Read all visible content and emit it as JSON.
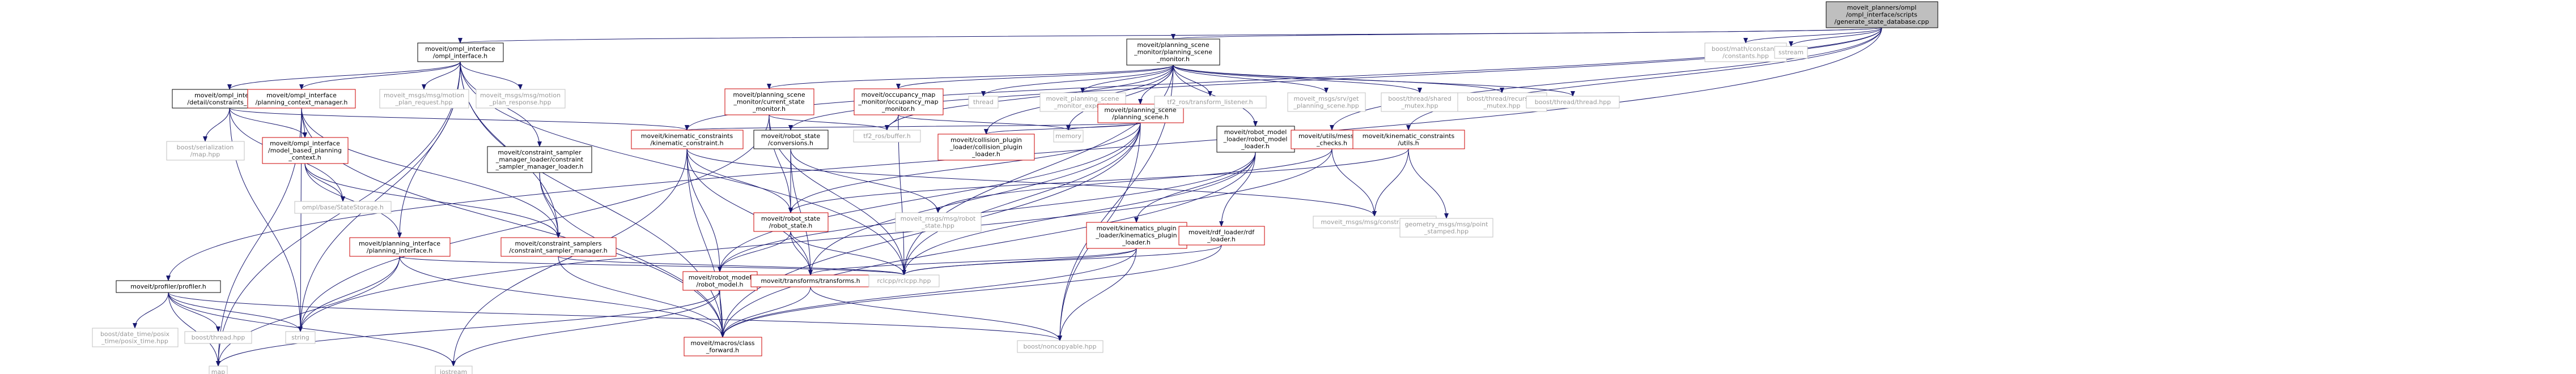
{
  "graph": {
    "colors": {
      "edge": "#191970",
      "text_default": "#000000",
      "text_missing": "#999999",
      "border_default": "#000000",
      "border_red": "#cc0000",
      "border_missing": "#c0c0c0",
      "root_fill": "#bfbfbf",
      "fill": "#ffffff"
    },
    "nodes": [
      {
        "id": "root",
        "lines": [
          "moveit_planners/ompl",
          "/ompl_interface/scripts",
          "/generate_state_database.cpp"
        ],
        "style": "root"
      },
      {
        "id": "ompl_if",
        "lines": [
          "moveit/ompl_interface",
          "/ompl_interface.h"
        ],
        "style": "black"
      },
      {
        "id": "psm",
        "lines": [
          "moveit/planning_scene",
          "_monitor/planning_scene",
          "_monitor.h"
        ],
        "style": "black"
      },
      {
        "id": "profiler",
        "lines": [
          "moveit/profiler/profiler.h"
        ],
        "style": "black"
      },
      {
        "id": "constraints_lib",
        "lines": [
          "moveit/ompl_interface",
          "/detail/constraints_library.h"
        ],
        "style": "black"
      },
      {
        "id": "pcm",
        "lines": [
          "moveit/ompl_interface",
          "/planning_context_manager.h"
        ],
        "style": "red"
      },
      {
        "id": "motion_req",
        "lines": [
          "moveit_msgs/msg/motion",
          "_plan_request.hpp"
        ],
        "style": "missing"
      },
      {
        "id": "motion_resp",
        "lines": [
          "moveit_msgs/msg/motion",
          "_plan_response.hpp"
        ],
        "style": "missing"
      },
      {
        "id": "csm_loader",
        "lines": [
          "moveit/constraint_sampler",
          "_manager_loader/constraint",
          "_sampler_manager_loader.h"
        ],
        "style": "black"
      },
      {
        "id": "boost_ser",
        "lines": [
          "boost/serialization",
          "/map.hpp"
        ],
        "style": "missing"
      },
      {
        "id": "mbpc",
        "lines": [
          "moveit/ompl_interface",
          "/model_based_planning",
          "_context.h"
        ],
        "style": "red"
      },
      {
        "id": "state_storage",
        "lines": [
          "ompl/base/StateStorage.h"
        ],
        "style": "missing"
      },
      {
        "id": "planning_if",
        "lines": [
          "moveit/planning_interface",
          "/planning_interface.h"
        ],
        "style": "red"
      },
      {
        "id": "csm",
        "lines": [
          "moveit/constraint_samplers",
          "/constraint_sampler_manager.h"
        ],
        "style": "red"
      },
      {
        "id": "posix_time",
        "lines": [
          "boost/date_time/posix",
          "_time/posix_time.hpp"
        ],
        "style": "missing"
      },
      {
        "id": "boost_thread",
        "lines": [
          "boost/thread.hpp"
        ],
        "style": "missing"
      },
      {
        "id": "string",
        "lines": [
          "string"
        ],
        "style": "missing"
      },
      {
        "id": "map",
        "lines": [
          "map"
        ],
        "style": "missing"
      },
      {
        "id": "iostream",
        "lines": [
          "iostream"
        ],
        "style": "missing"
      },
      {
        "id": "csm_mon",
        "lines": [
          "moveit/planning_scene",
          "_monitor/current_state",
          "_monitor.h"
        ],
        "style": "red"
      },
      {
        "id": "occ_mon",
        "lines": [
          "moveit/occupancy_map",
          "_monitor/occupancy_map",
          "_monitor.h"
        ],
        "style": "red"
      },
      {
        "id": "thread",
        "lines": [
          "thread"
        ],
        "style": "missing"
      },
      {
        "id": "psm_export",
        "lines": [
          "moveit_planning_scene",
          "_monitor_export.h"
        ],
        "style": "missing"
      },
      {
        "id": "ps",
        "lines": [
          "moveit/planning_scene",
          "/planning_scene.h"
        ],
        "style": "red"
      },
      {
        "id": "tf2_listener",
        "lines": [
          "tf2_ros/transform_listener.h"
        ],
        "style": "missing"
      },
      {
        "id": "get_ps",
        "lines": [
          "moveit_msgs/srv/get",
          "_planning_scene.hpp"
        ],
        "style": "missing"
      },
      {
        "id": "shared_mutex",
        "lines": [
          "boost/thread/shared",
          "_mutex.hpp"
        ],
        "style": "missing"
      },
      {
        "id": "rec_mutex",
        "lines": [
          "boost/thread/recursive",
          "_mutex.hpp"
        ],
        "style": "missing"
      },
      {
        "id": "boost_thread_thread",
        "lines": [
          "boost/thread/thread.hpp"
        ],
        "style": "missing"
      },
      {
        "id": "math_const",
        "lines": [
          "boost/math/constants",
          "/constants.hpp"
        ],
        "style": "missing"
      },
      {
        "id": "sstream",
        "lines": [
          "sstream"
        ],
        "style": "missing"
      },
      {
        "id": "kin_constraint",
        "lines": [
          "moveit/kinematic_constraints",
          "/kinematic_constraint.h"
        ],
        "style": "red"
      },
      {
        "id": "rs_conv",
        "lines": [
          "moveit/robot_state",
          "/conversions.h"
        ],
        "style": "black"
      },
      {
        "id": "tf2_buffer",
        "lines": [
          "tf2_ros/buffer.h"
        ],
        "style": "missing"
      },
      {
        "id": "collision_loader",
        "lines": [
          "moveit/collision_plugin",
          "_loader/collision_plugin",
          "_loader.h"
        ],
        "style": "red"
      },
      {
        "id": "memory",
        "lines": [
          "memory"
        ],
        "style": "missing"
      },
      {
        "id": "rml",
        "lines": [
          "moveit/robot_model",
          "_loader/robot_model",
          "_loader.h"
        ],
        "style": "black"
      },
      {
        "id": "msg_checks",
        "lines": [
          "moveit/utils/message",
          "_checks.h"
        ],
        "style": "red"
      },
      {
        "id": "kc_utils",
        "lines": [
          "moveit/kinematic_constraints",
          "/utils.h"
        ],
        "style": "red"
      },
      {
        "id": "robot_state_msg",
        "lines": [
          "moveit_msgs/msg/robot",
          "_state.hpp"
        ],
        "style": "missing"
      },
      {
        "id": "kpl",
        "lines": [
          "moveit/kinematics_plugin",
          "_loader/kinematics_plugin",
          "_loader.h"
        ],
        "style": "red"
      },
      {
        "id": "rdf_loader",
        "lines": [
          "moveit/rdf_loader/rdf",
          "_loader.h"
        ],
        "style": "red"
      },
      {
        "id": "constraints_msg",
        "lines": [
          "moveit_msgs/msg/constraints.hpp"
        ],
        "style": "missing"
      },
      {
        "id": "point_stamped",
        "lines": [
          "geometry_msgs/msg/point",
          "_stamped.hpp"
        ],
        "style": "missing"
      },
      {
        "id": "robot_state",
        "lines": [
          "moveit/robot_state",
          "/robot_state.h"
        ],
        "style": "red"
      },
      {
        "id": "robot_model",
        "lines": [
          "moveit/robot_model",
          "/robot_model.h"
        ],
        "style": "red"
      },
      {
        "id": "transforms",
        "lines": [
          "moveit/transforms/transforms.h"
        ],
        "style": "red"
      },
      {
        "id": "rclcpp",
        "lines": [
          "rclcpp/rclcpp.hpp"
        ],
        "style": "missing"
      },
      {
        "id": "class_fwd",
        "lines": [
          "moveit/macros/class",
          "_forward.h"
        ],
        "style": "red"
      },
      {
        "id": "noncopyable",
        "lines": [
          "boost/noncopyable.hpp"
        ],
        "style": "missing"
      }
    ],
    "edges": [
      [
        "root",
        "ompl_if"
      ],
      [
        "root",
        "psm"
      ],
      [
        "root",
        "profiler"
      ],
      [
        "root",
        "rs_conv"
      ],
      [
        "root",
        "math_const"
      ],
      [
        "root",
        "sstream"
      ],
      [
        "root",
        "msg_checks"
      ],
      [
        "root",
        "kc_utils"
      ],
      [
        "root",
        "kin_constraint"
      ],
      [
        "ompl_if",
        "constraints_lib"
      ],
      [
        "ompl_if",
        "pcm"
      ],
      [
        "ompl_if",
        "motion_req"
      ],
      [
        "ompl_if",
        "motion_resp"
      ],
      [
        "ompl_if",
        "csm_loader"
      ],
      [
        "ompl_if",
        "planning_if"
      ],
      [
        "ompl_if",
        "csm"
      ],
      [
        "ompl_if",
        "string"
      ],
      [
        "ompl_if",
        "class_fwd"
      ],
      [
        "ompl_if",
        "rclcpp"
      ],
      [
        "ompl_if",
        "map"
      ],
      [
        "constraints_lib",
        "boost_ser"
      ],
      [
        "constraints_lib",
        "mbpc"
      ],
      [
        "constraints_lib",
        "state_storage"
      ],
      [
        "constraints_lib",
        "kin_constraint"
      ],
      [
        "constraints_lib",
        "string"
      ],
      [
        "pcm",
        "mbpc"
      ],
      [
        "pcm",
        "csm"
      ],
      [
        "pcm",
        "map"
      ],
      [
        "pcm",
        "class_fwd"
      ],
      [
        "pcm",
        "string"
      ],
      [
        "mbpc",
        "csm"
      ],
      [
        "mbpc",
        "state_storage"
      ],
      [
        "mbpc",
        "planning_if"
      ],
      [
        "planning_if",
        "string"
      ],
      [
        "planning_if",
        "map"
      ],
      [
        "planning_if",
        "class_fwd"
      ],
      [
        "planning_if",
        "rclcpp"
      ],
      [
        "csm",
        "class_fwd"
      ],
      [
        "csm",
        "rclcpp"
      ],
      [
        "csm_loader",
        "csm"
      ],
      [
        "csm_loader",
        "class_fwd"
      ],
      [
        "profiler",
        "posix_time"
      ],
      [
        "profiler",
        "boost_thread"
      ],
      [
        "profiler",
        "string"
      ],
      [
        "profiler",
        "map"
      ],
      [
        "profiler",
        "iostream"
      ],
      [
        "profiler",
        "noncopyable"
      ],
      [
        "psm",
        "csm_mon"
      ],
      [
        "psm",
        "occ_mon"
      ],
      [
        "psm",
        "thread"
      ],
      [
        "psm",
        "psm_export"
      ],
      [
        "psm",
        "ps"
      ],
      [
        "psm",
        "tf2_listener"
      ],
      [
        "psm",
        "get_ps"
      ],
      [
        "psm",
        "shared_mutex"
      ],
      [
        "psm",
        "rec_mutex"
      ],
      [
        "psm",
        "boost_thread_thread"
      ],
      [
        "psm",
        "rml"
      ],
      [
        "psm",
        "collision_loader"
      ],
      [
        "psm",
        "memory"
      ],
      [
        "psm",
        "tf2_buffer"
      ],
      [
        "psm",
        "rclcpp"
      ],
      [
        "psm",
        "noncopyable"
      ],
      [
        "csm_mon",
        "robot_state"
      ],
      [
        "csm_mon",
        "tf2_buffer"
      ],
      [
        "csm_mon",
        "string"
      ],
      [
        "csm_mon",
        "rclcpp"
      ],
      [
        "occ_mon",
        "tf2_buffer"
      ],
      [
        "occ_mon",
        "memory"
      ],
      [
        "occ_mon",
        "rclcpp"
      ],
      [
        "ps",
        "kin_constraint"
      ],
      [
        "ps",
        "robot_state"
      ],
      [
        "ps",
        "transforms"
      ],
      [
        "ps",
        "memory"
      ],
      [
        "ps",
        "robot_model"
      ],
      [
        "ps",
        "class_fwd"
      ],
      [
        "ps",
        "noncopyable"
      ],
      [
        "ps",
        "rclcpp"
      ],
      [
        "ps",
        "collision_loader"
      ],
      [
        "kin_constraint",
        "robot_state"
      ],
      [
        "kin_constraint",
        "robot_model"
      ],
      [
        "kin_constraint",
        "transforms"
      ],
      [
        "kin_constraint",
        "class_fwd"
      ],
      [
        "kin_constraint",
        "iostream"
      ],
      [
        "kin_constraint",
        "constraints_msg"
      ],
      [
        "rs_conv",
        "robot_state"
      ],
      [
        "rs_conv",
        "robot_state_msg"
      ],
      [
        "rs_conv",
        "transforms"
      ],
      [
        "rml",
        "kpl"
      ],
      [
        "rml",
        "rdf_loader"
      ],
      [
        "rml",
        "robot_model"
      ],
      [
        "rml",
        "class_fwd"
      ],
      [
        "rml",
        "rclcpp"
      ],
      [
        "msg_checks",
        "robot_state_msg"
      ],
      [
        "msg_checks",
        "constraints_msg"
      ],
      [
        "msg_checks",
        "string"
      ],
      [
        "kc_utils",
        "constraints_msg"
      ],
      [
        "kc_utils",
        "point_stamped"
      ],
      [
        "kc_utils",
        "robot_state"
      ],
      [
        "kpl",
        "rclcpp"
      ],
      [
        "kpl",
        "class_fwd"
      ],
      [
        "kpl",
        "noncopyable"
      ],
      [
        "kpl",
        "transforms"
      ],
      [
        "rdf_loader",
        "rclcpp"
      ],
      [
        "rdf_loader",
        "class_fwd"
      ],
      [
        "robot_state",
        "robot_model"
      ],
      [
        "robot_state",
        "transforms"
      ],
      [
        "robot_state",
        "rclcpp"
      ],
      [
        "robot_model",
        "class_fwd"
      ],
      [
        "robot_model",
        "map"
      ],
      [
        "robot_model",
        "iostream"
      ],
      [
        "transforms",
        "class_fwd"
      ],
      [
        "transforms",
        "rclcpp"
      ],
      [
        "transforms",
        "noncopyable"
      ]
    ]
  }
}
